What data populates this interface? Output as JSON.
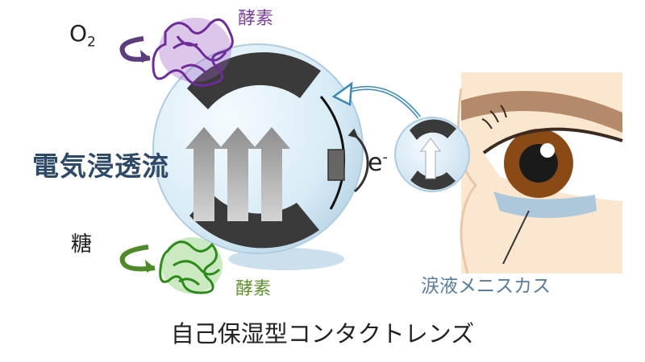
{
  "labels": {
    "o2_main": "O",
    "o2_sub": "2",
    "enzyme_top": "酵素",
    "enzyme_bottom": "酵素",
    "electroosmotic_flow": "電気浸透流",
    "sugar": "糖",
    "electron_main": "e",
    "electron_sup": "-",
    "tear_meniscus": "涙液メニスカス",
    "caption": "自己保湿型コンタクトレンズ"
  },
  "colors": {
    "enzyme_top": "#7a3fa0",
    "enzyme_bottom": "#4caa2c",
    "lens": "#d9edf7",
    "electrode": "#3a3a3a",
    "tear": "#9fc2dc",
    "skin": "#fbe6cf",
    "iris": "#8a4a16"
  },
  "icons": {
    "o2_arrow": "curved-arrow-icon",
    "sugar_arrow": "curved-arrow-icon",
    "flow_arrows": "up-arrow-icon",
    "transfer_arrow": "curved-arrow-icon"
  }
}
